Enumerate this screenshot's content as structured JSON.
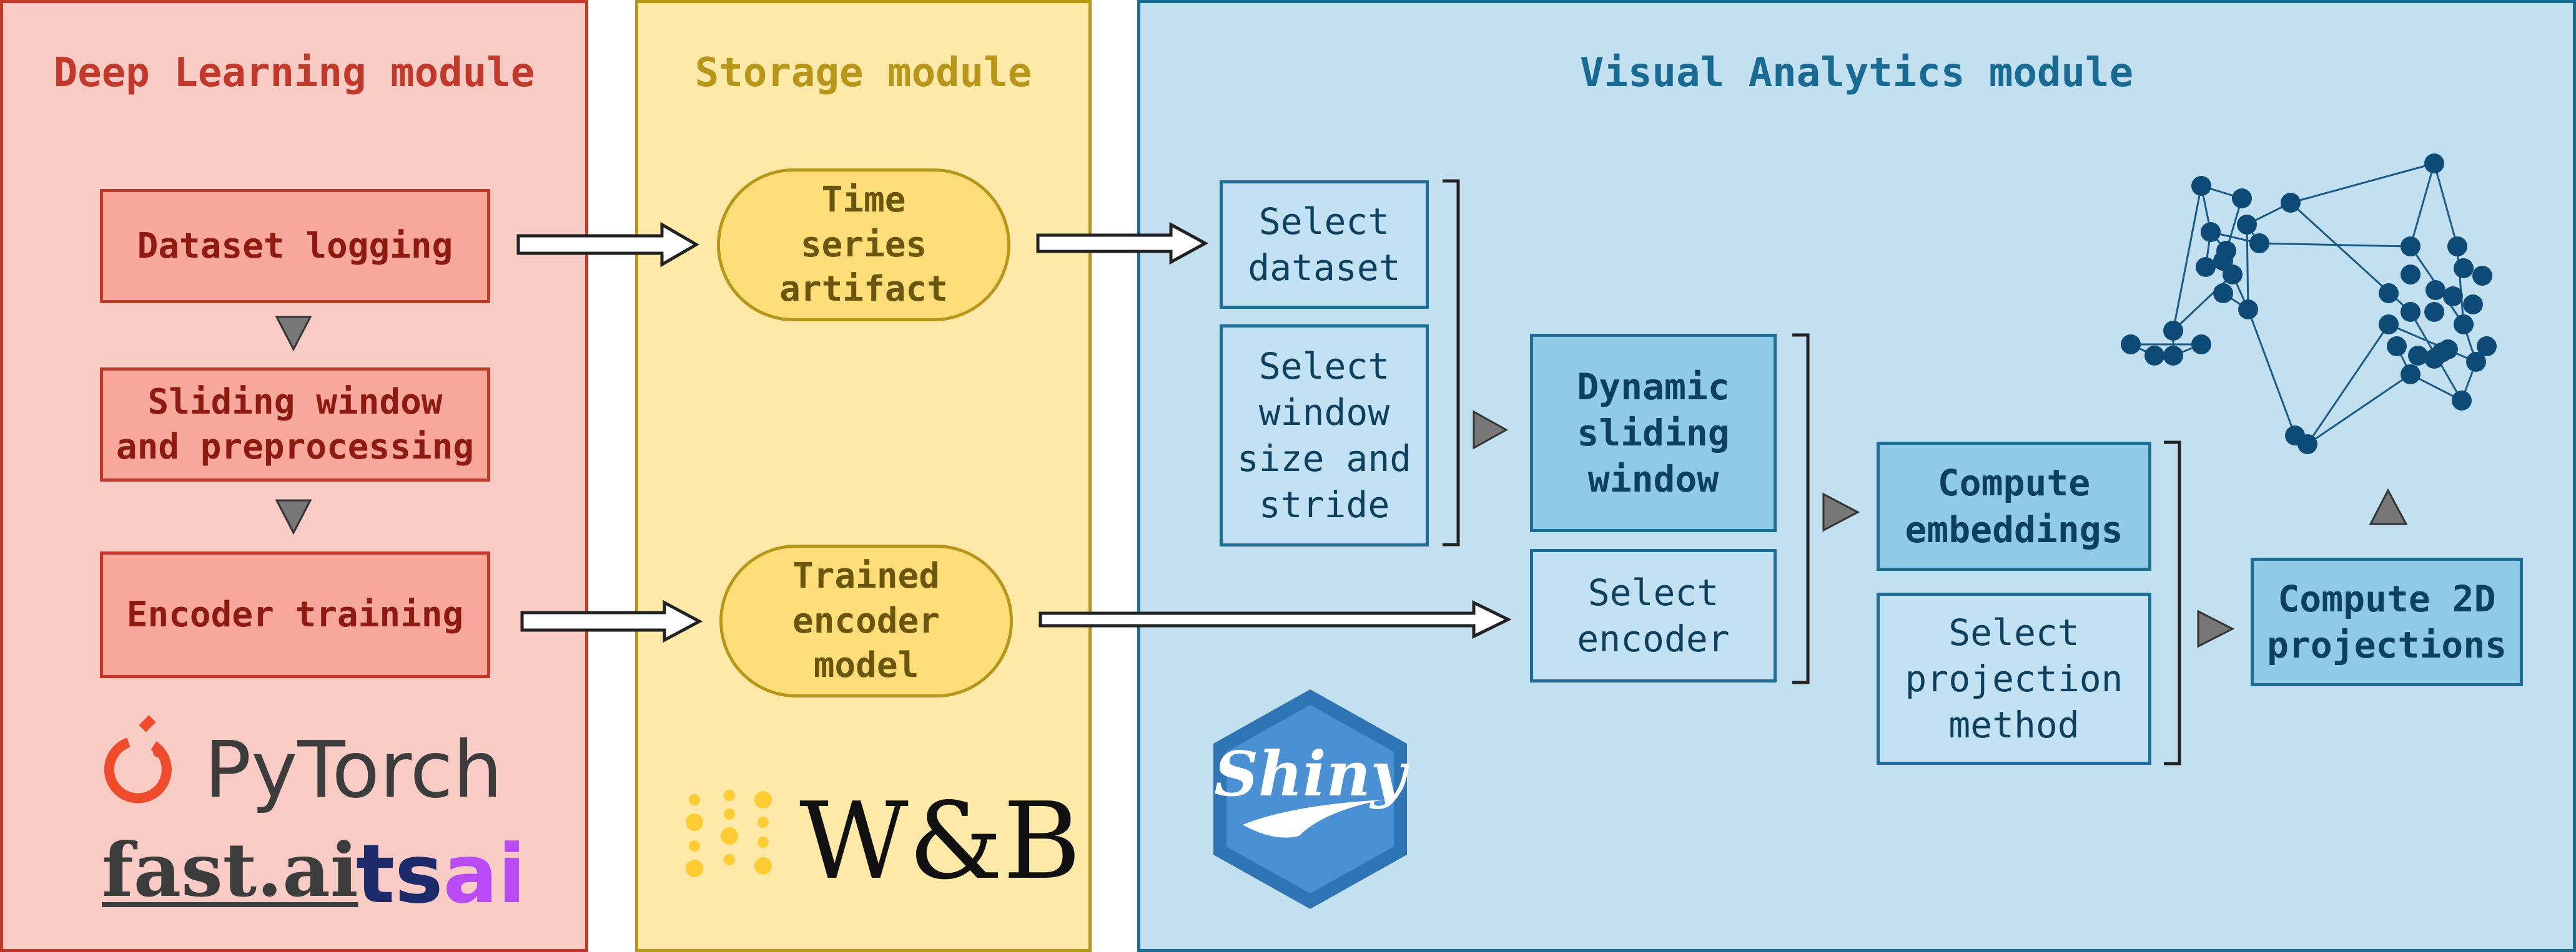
{
  "modules": {
    "deep_learning": {
      "title": "Deep Learning module",
      "color": "#c0392b"
    },
    "storage": {
      "title": "Storage module",
      "color": "#b8961a"
    },
    "visual_analytics": {
      "title": "Visual Analytics module",
      "color": "#1a6b94"
    }
  },
  "deep_learning_steps": [
    "Dataset logging",
    "Sliding window\nand preprocessing",
    "Encoder training"
  ],
  "storage_artifacts": [
    "Time\nseries\nartifact",
    "Trained\nencoder\nmodel"
  ],
  "visual_analytics_steps": {
    "select_dataset": "Select\ndataset",
    "select_window": "Select\nwindow\nsize and\nstride",
    "dynamic_sliding_window": "Dynamic\nsliding\nwindow",
    "select_encoder": "Select\nencoder",
    "compute_embeddings": "Compute\nembeddings",
    "select_projection": "Select\nprojection\nmethod",
    "compute_projections": "Compute 2D\nprojections"
  },
  "logos": {
    "pytorch": "PyTorch",
    "fastai": "fast.ai",
    "tsai_ts": "ts",
    "tsai_ai": "ai",
    "wandb": "W&B",
    "shiny": "Shiny"
  },
  "icons": [
    "pytorch-flame-icon",
    "wandb-dots-icon",
    "shiny-hexagon-logo",
    "network-graph-icon",
    "arrow-right-icon",
    "triangle-down-icon",
    "triangle-right-icon",
    "triangle-up-icon"
  ]
}
